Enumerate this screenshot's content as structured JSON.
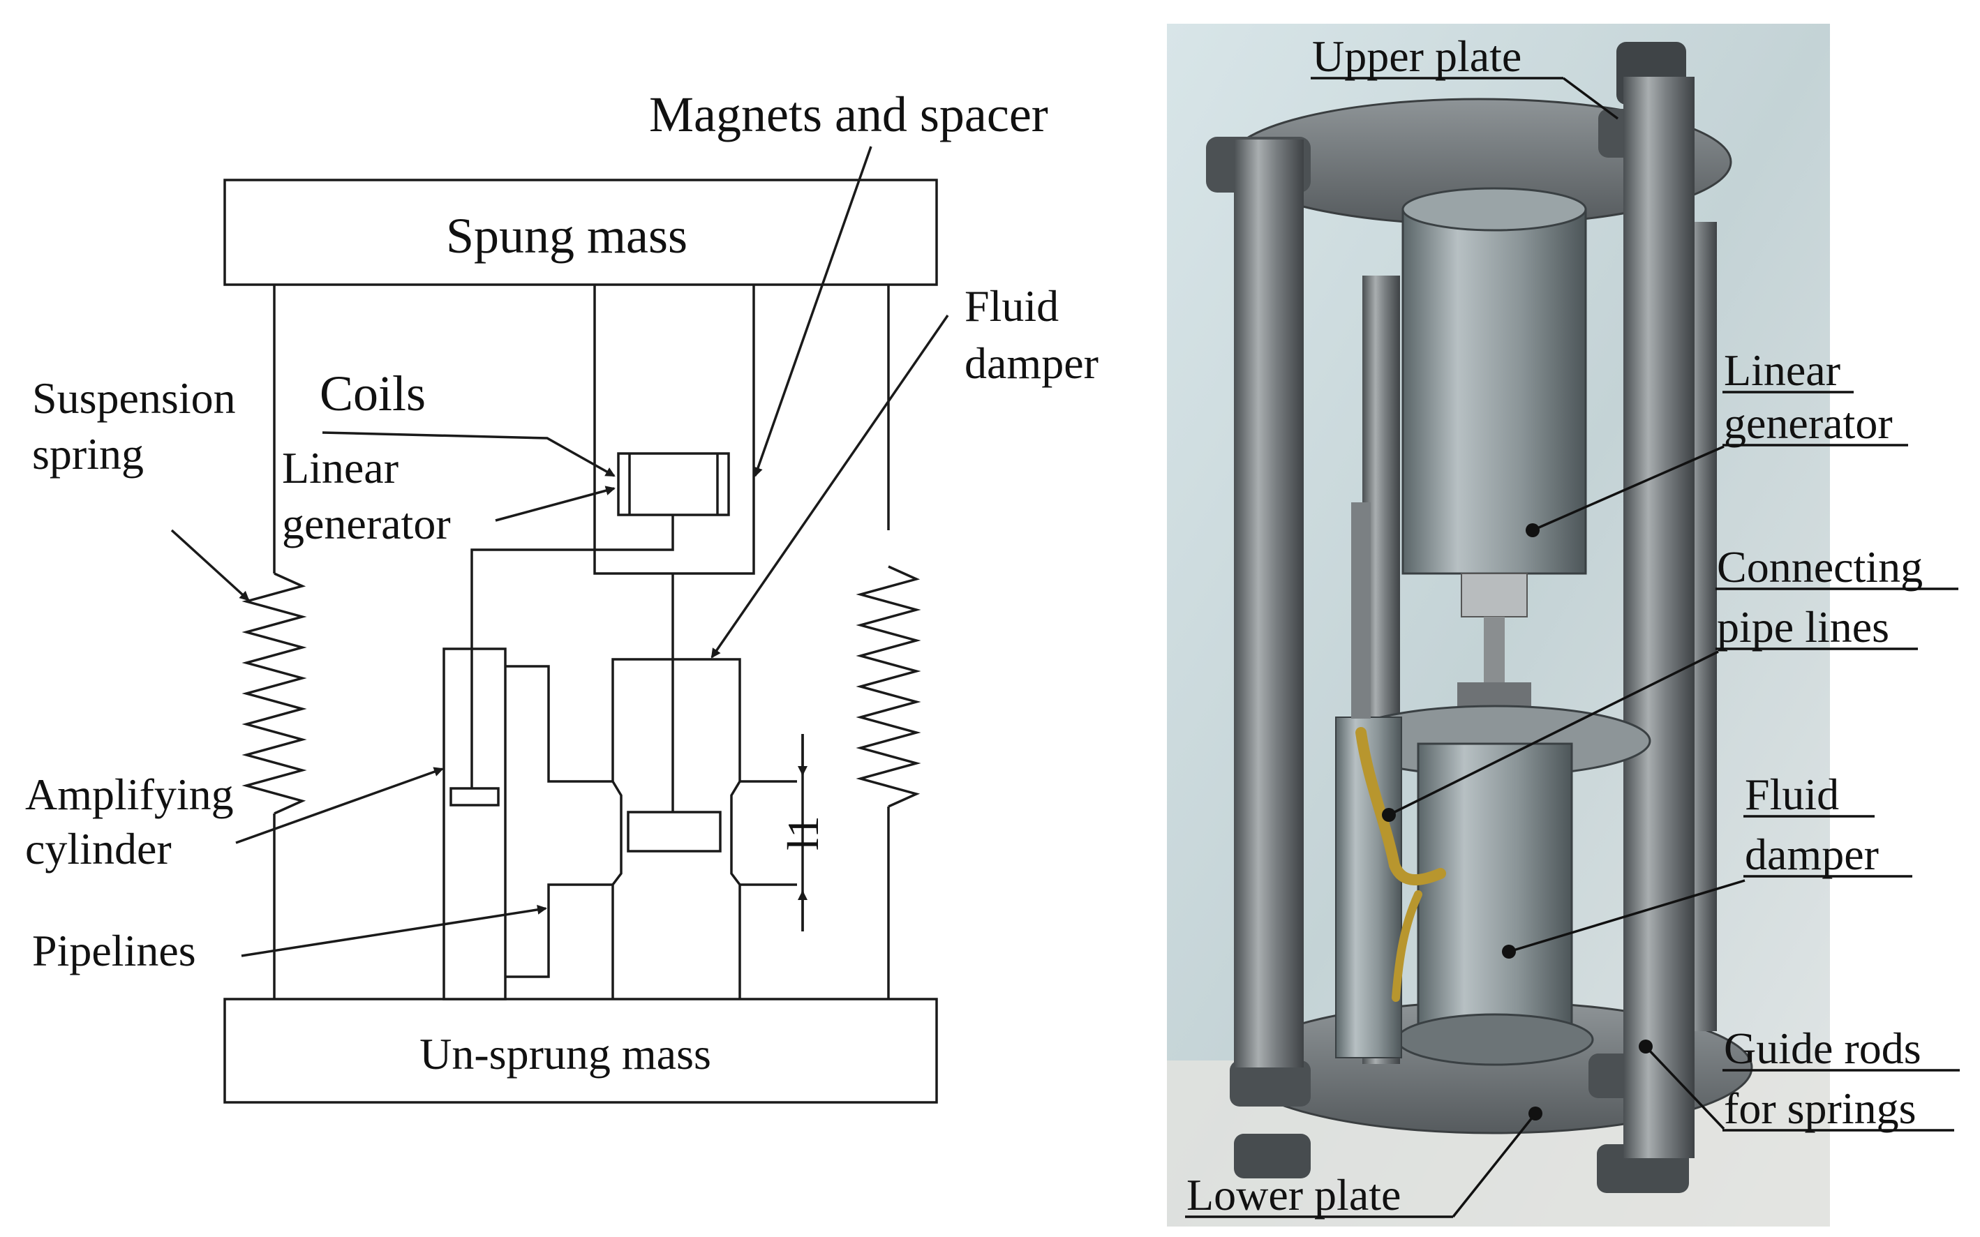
{
  "schematic": {
    "sprung_mass": "Spung mass",
    "unsprung_mass": "Un-sprung mass",
    "magnets_and_spacer": "Magnets and spacer",
    "fluid_damper_1": "Fluid",
    "fluid_damper_2": "damper",
    "suspension_spring_1": "Suspension",
    "suspension_spring_2": "spring",
    "coils": "Coils",
    "linear_generator_1": "Linear",
    "linear_generator_2": "generator",
    "amplifying_cylinder_1": "Amplifying",
    "amplifying_cylinder_2": "cylinder",
    "pipelines": "Pipelines",
    "dimension": "l1"
  },
  "photo": {
    "upper_plate": "Upper plate",
    "linear_generator_1": "Linear",
    "linear_generator_2": "generator",
    "connecting_pipe_lines_1": "Connecting",
    "connecting_pipe_lines_2": "pipe lines",
    "fluid_damper_1": "Fluid",
    "fluid_damper_2": "damper",
    "guide_rods_1": "Guide rods",
    "guide_rods_2": "for springs",
    "lower_plate": "Lower plate"
  },
  "colors": {
    "line": "#1a1a1a",
    "photo_background": "#cfdde0",
    "metal": "#7c8184",
    "brass": "#b8962e"
  }
}
